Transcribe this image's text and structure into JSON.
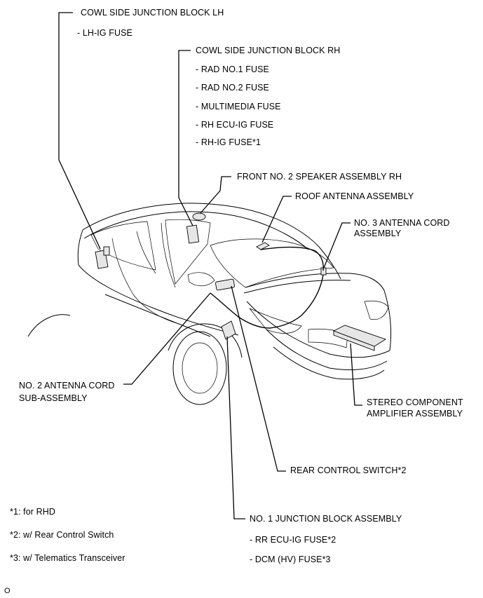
{
  "labels": {
    "cowl_lh_title": "COWL SIDE JUNCTION BLOCK LH",
    "cowl_lh_fuse1": "- LH-IG FUSE",
    "cowl_rh_title": "COWL SIDE JUNCTION BLOCK RH",
    "cowl_rh_fuse1": "- RAD NO.1 FUSE",
    "cowl_rh_fuse2": "- RAD NO.2 FUSE",
    "cowl_rh_fuse3": "- MULTIMEDIA FUSE",
    "cowl_rh_fuse4": "- RH ECU-IG FUSE",
    "cowl_rh_fuse5": "- RH-IG FUSE*1",
    "front_speaker": "FRONT NO. 2 SPEAKER ASSEMBLY RH",
    "roof_antenna": "ROOF ANTENNA ASSEMBLY",
    "antenna_cord3_l1": "NO. 3 ANTENNA CORD",
    "antenna_cord3_l2": "ASSEMBLY",
    "antenna_cord2_l1": "NO. 2 ANTENNA CORD",
    "antenna_cord2_l2": "SUB-ASSEMBLY",
    "amplifier_l1": "STEREO COMPONENT",
    "amplifier_l2": "AMPLIFIER ASSEMBLY",
    "rear_control": "REAR CONTROL SWITCH*2",
    "junction1_title": "NO. 1 JUNCTION BLOCK ASSEMBLY",
    "junction1_fuse1": "- RR ECU-IG FUSE*2",
    "junction1_fuse2": "- DCM (HV) FUSE*3",
    "note1": "*1: for RHD",
    "note2": "*2: w/ Rear Control Switch",
    "note3": "*3: w/ Telematics Transceiver",
    "figure_mark": "O"
  }
}
